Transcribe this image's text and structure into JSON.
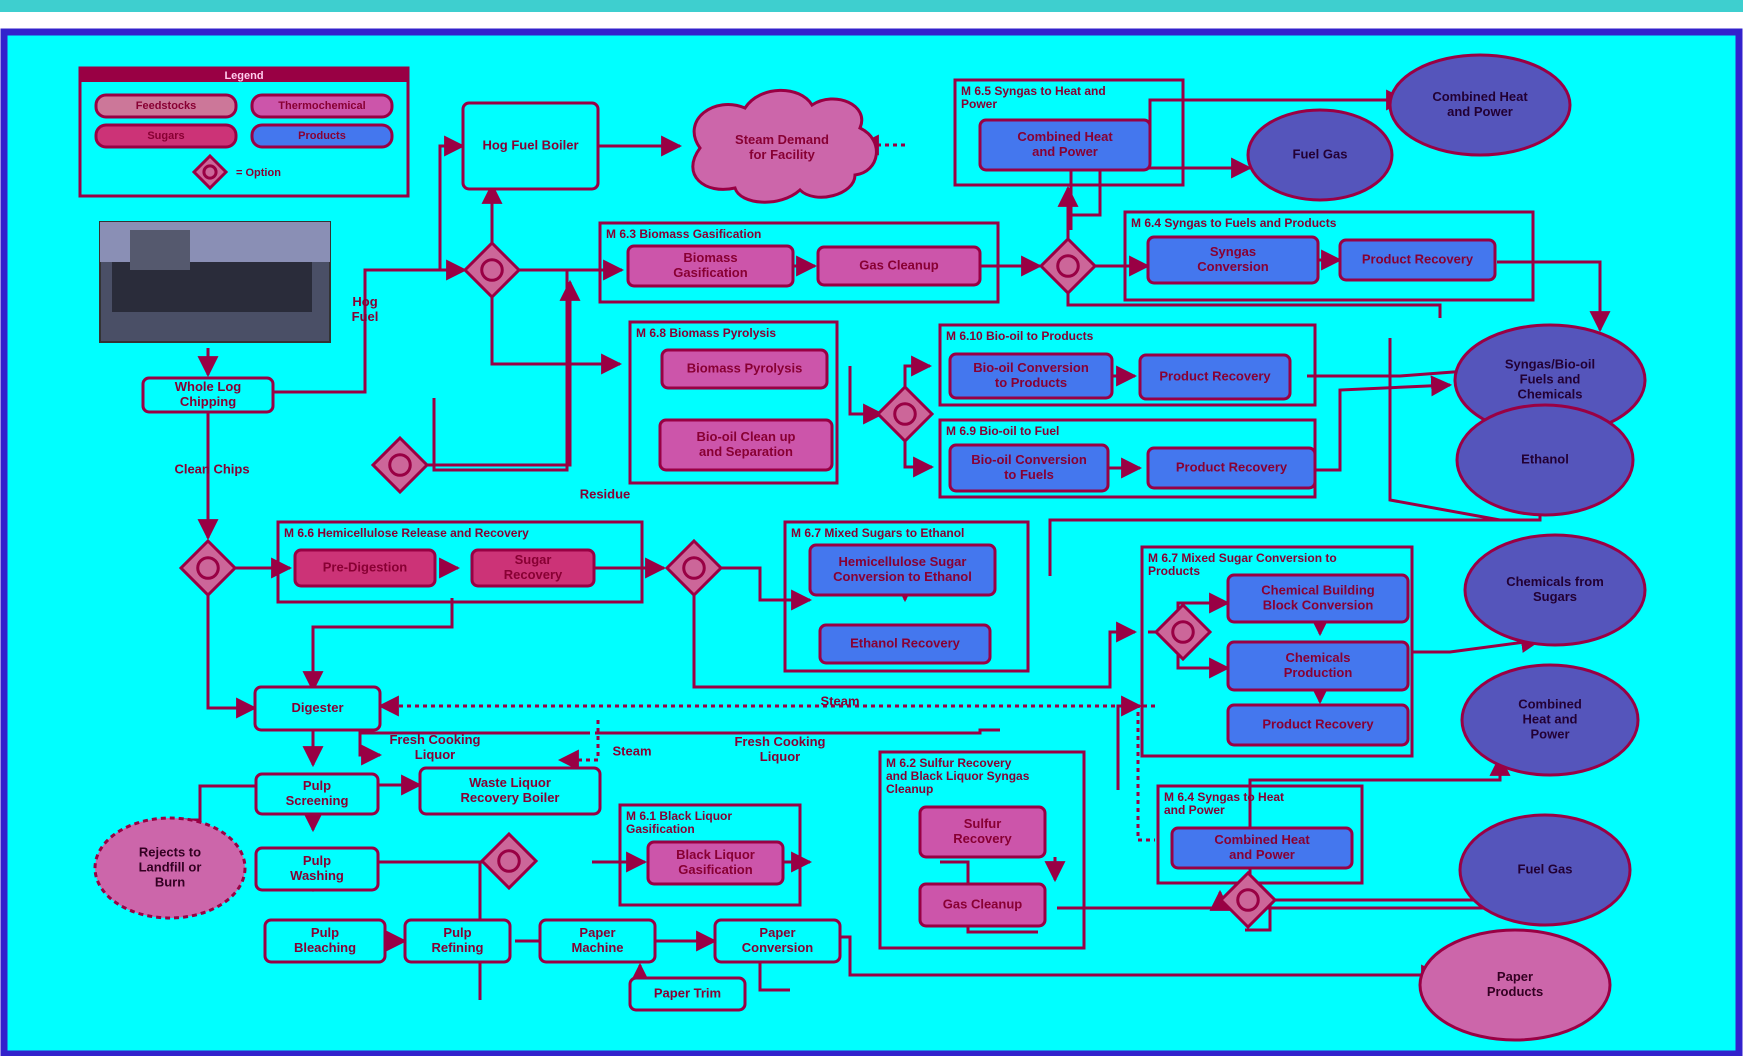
{
  "colors": {
    "top_band": "#3ecfcf",
    "frame": "#3322cc",
    "background": "#00ffff",
    "line": "#990044",
    "text": "#880033",
    "feedstock": "#cc7799",
    "thermochemical": "#cc55aa",
    "sugars": "#cc3377",
    "products": "#4477ee",
    "product_oval": "#5555bb",
    "sugar_box": "#cc66aa"
  },
  "legend": {
    "title": "Legend",
    "items": [
      "Feedstocks",
      "Thermochemical",
      "Sugars",
      "Products"
    ],
    "option_label": "= Option"
  },
  "labels": {
    "hog_fuel": [
      "Hog",
      "Fuel"
    ],
    "clean_chips": "Clean Chips",
    "residue": "Residue",
    "steam_1": "Steam",
    "steam_2": "Steam",
    "fresh_cooking_liquor_1": [
      "Fresh Cooking",
      "Liquor"
    ],
    "fresh_cooking_liquor_2": [
      "Fresh Cooking",
      "Liquor"
    ]
  },
  "containers": {
    "m653": "M 6.3 Biomass Gasification",
    "m655": [
      "M 6.5 Syngas to Heat and",
      "Power"
    ],
    "m654a": "M 6.4 Syngas to Fuels and Products",
    "m658": "M 6.8 Biomass Pyrolysis",
    "m6510": "M 6.10 Bio-oil to Products",
    "m659": "M 6.9 Bio-oil to Fuel",
    "m656": "M 6.6 Hemicellulose Release and Recovery",
    "m657a": "M 6.7 Mixed Sugars to Ethanol",
    "m657b": [
      "M 6.7 Mixed Sugar Conversion to",
      "Products"
    ],
    "m652": [
      "M 6.2 Sulfur Recovery",
      "and Black Liquor Syngas",
      "Cleanup"
    ],
    "m651": [
      "M 6.1 Black Liquor",
      "Gasification"
    ],
    "m654b": [
      "M 6.4 Syngas to Heat",
      "and Power"
    ]
  },
  "boxes": {
    "hog_fuel_boiler": [
      "Hog Fuel Boiler"
    ],
    "whole_log_chipping": [
      "Whole Log",
      "Chipping"
    ],
    "biomass_gasification": [
      "Biomass",
      "Gasification"
    ],
    "gas_cleanup_top": [
      "Gas Cleanup"
    ],
    "combined_heat_power_top": [
      "Combined Heat",
      "and Power"
    ],
    "syngas_conversion": [
      "Syngas",
      "Conversion"
    ],
    "product_recovery_syngas": [
      "Product Recovery"
    ],
    "biomass_pyrolysis": [
      "Biomass Pyrolysis"
    ],
    "bio_oil_cleanup": [
      "Bio-oil Clean up",
      "and Separation"
    ],
    "bio_oil_conv_products": [
      "Bio-oil Conversion",
      "to Products"
    ],
    "product_recovery_biooil_products": [
      "Product Recovery"
    ],
    "bio_oil_conv_fuels": [
      "Bio-oil Conversion",
      "to Fuels"
    ],
    "product_recovery_biooil_fuel": [
      "Product Recovery"
    ],
    "pre_digestion": [
      "Pre-Digestion"
    ],
    "sugar_recovery": [
      "Sugar",
      "Recovery"
    ],
    "hemicellulose_sugar_conv": [
      "Hemicellulose Sugar",
      "Conversion to Ethanol"
    ],
    "ethanol_recovery": [
      "Ethanol Recovery"
    ],
    "chemical_building_block": [
      "Chemical Building",
      "Block Conversion"
    ],
    "chemicals_production": [
      "Chemicals",
      "Production"
    ],
    "product_recovery_chem": [
      "Product Recovery"
    ],
    "digester": [
      "Digester"
    ],
    "pulp_screening": [
      "Pulp",
      "Screening"
    ],
    "waste_liquor_boiler": [
      "Waste Liquor",
      "Recovery Boiler"
    ],
    "pulp_washing": [
      "Pulp",
      "Washing"
    ],
    "black_liquor_gasification": [
      "Black Liquor",
      "Gasification"
    ],
    "sulfur_recovery": [
      "Sulfur",
      "Recovery"
    ],
    "gas_cleanup_bottom": [
      "Gas Cleanup"
    ],
    "combined_heat_power_bottom": [
      "Combined Heat",
      "and Power"
    ],
    "pulp_bleaching": [
      "Pulp",
      "Bleaching"
    ],
    "pulp_refining": [
      "Pulp",
      "Refining"
    ],
    "paper_machine": [
      "Paper",
      "Machine"
    ],
    "paper_conversion": [
      "Paper",
      "Conversion"
    ],
    "paper_trim": [
      "Paper Trim"
    ]
  },
  "outputs": {
    "steam_demand": [
      "Steam Demand",
      "for Facility"
    ],
    "chp_top": [
      "Combined Heat",
      "and Power"
    ],
    "fuel_gas_top": [
      "Fuel Gas"
    ],
    "syngas_biooil_fuels": [
      "Syngas/Bio-oil",
      "Fuels and",
      "Chemicals"
    ],
    "ethanol": [
      "Ethanol"
    ],
    "chemicals_from_sugars": [
      "Chemicals from",
      "Sugars"
    ],
    "chp_bottom": [
      "Combined",
      "Heat and",
      "Power"
    ],
    "fuel_gas_bottom": [
      "Fuel Gas"
    ],
    "paper_products": [
      "Paper",
      "Products"
    ],
    "rejects": [
      "Rejects to",
      "Landfill or",
      "Burn"
    ]
  }
}
